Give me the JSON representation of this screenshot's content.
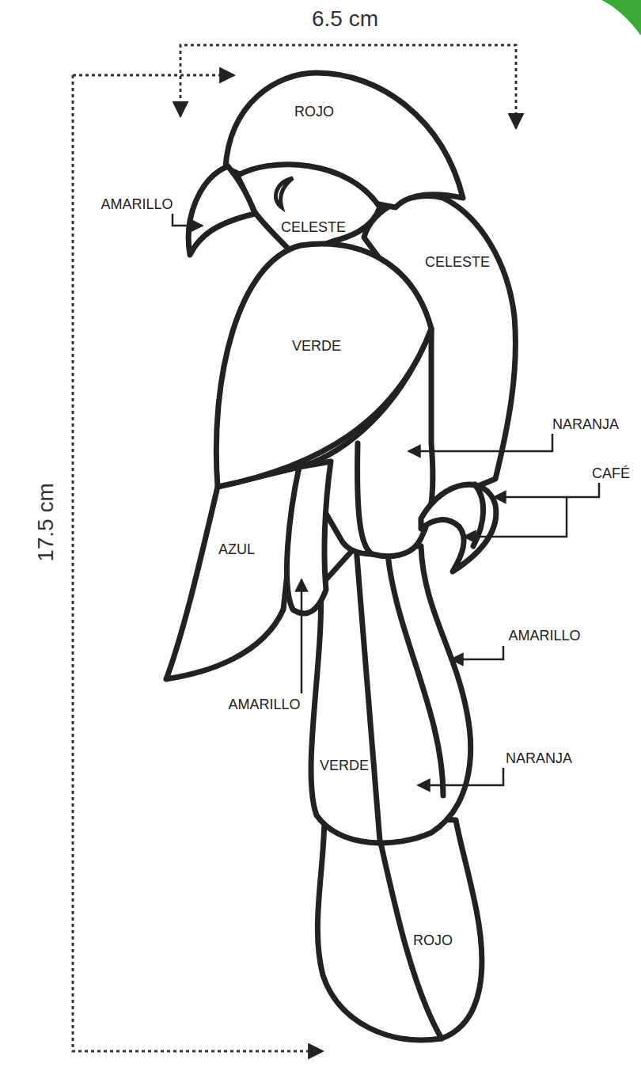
{
  "diagram": {
    "labels": [
      "6.5 cm",
      "ROJO",
      "AMARILLO",
      "CELESTE",
      "CELESTE",
      "VERDE",
      "17.5 cm",
      "NARANJA",
      "CAFÉ",
      "AZUL",
      "AMARILLO",
      "AMARILLO",
      "VERDE",
      "NARANJA",
      "ROJO"
    ]
  }
}
